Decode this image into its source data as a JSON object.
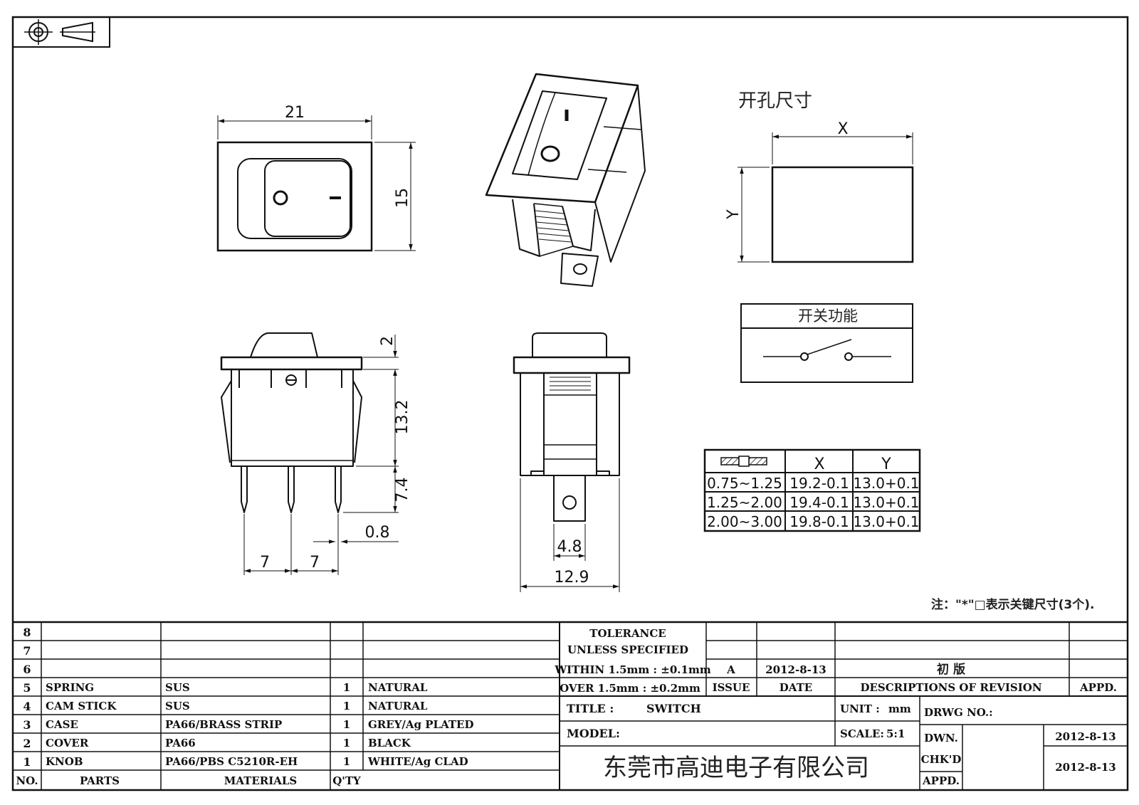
{
  "dimensions": {
    "top_width": "21",
    "top_height": "15",
    "knob_rise": "2",
    "body_height": "13.2",
    "pin_length": "7.4",
    "pin_width": "0.8",
    "pin_pitch_left": "7",
    "pin_pitch_right": "7",
    "terminal_width": "4.8",
    "body_depth": "12.9"
  },
  "switch_marks": {
    "on": "I",
    "off": "O"
  },
  "cutout": {
    "title": "开孔尺寸",
    "x_label": "X",
    "y_label": "Y"
  },
  "function_box": {
    "title": "开关功能"
  },
  "thickness_table": {
    "headers": [
      "X",
      "Y"
    ],
    "rows": [
      [
        "0.75~1.25",
        "19.2-0.1",
        "13.0+0.1"
      ],
      [
        "1.25~2.00",
        "19.4-0.1",
        "13.0+0.1"
      ],
      [
        "2.00~3.00",
        "19.8-0.1",
        "13.0+0.1"
      ]
    ]
  },
  "note": "注：\"*\"□表示关键尺寸(3个).",
  "parts_list": {
    "header": {
      "no": "NO.",
      "parts": "PARTS",
      "materials": "MATERIALS",
      "qty": "Q'TY"
    },
    "rows": [
      {
        "no": "8",
        "part": "",
        "material": "",
        "qty": "",
        "finish": ""
      },
      {
        "no": "7",
        "part": "",
        "material": "",
        "qty": "",
        "finish": ""
      },
      {
        "no": "6",
        "part": "",
        "material": "",
        "qty": "",
        "finish": ""
      },
      {
        "no": "5",
        "part": "SPRING",
        "material": "SUS",
        "qty": "1",
        "finish": "NATURAL"
      },
      {
        "no": "4",
        "part": "CAM STICK",
        "material": "SUS",
        "qty": "1",
        "finish": "NATURAL"
      },
      {
        "no": "3",
        "part": "CASE",
        "material": "PA66/BRASS STRIP",
        "qty": "1",
        "finish": "GREY/Ag PLATED"
      },
      {
        "no": "2",
        "part": "COVER",
        "material": "PA66",
        "qty": "1",
        "finish": "BLACK"
      },
      {
        "no": "1",
        "part": "KNOB",
        "material": "PA66/PBS C5210R-EH",
        "qty": "1",
        "finish": "WHITE/Ag CLAD"
      }
    ]
  },
  "tolerance": {
    "line1": "TOLERANCE",
    "line2": "UNLESS  SPECIFIED",
    "line3": "WITHIN 1.5mm : ±0.1mm",
    "line4": "OVER 1.5mm : ±0.2mm"
  },
  "revision": {
    "issue": "A",
    "date": "2012-8-13",
    "description": "初  版",
    "issue_label": "ISSUE",
    "date_label": "DATE",
    "desc_label": "DESCRIPTIONS OF REVISION",
    "appd_label": "APPD."
  },
  "title_block": {
    "title_label": "TITLE :",
    "title_value": "SWITCH",
    "unit_label": "UNIT :",
    "unit_value": "mm",
    "drwg_label": "DRWG NO.:",
    "model_label": "MODEL:",
    "scale_label": "SCALE:",
    "scale_value": "5:1",
    "company": "东莞市高迪电子有限公司",
    "dwn_label": "DWN.",
    "dwn_date": "2012-8-13",
    "chkd_label": "CHK'D",
    "chkd_date": "2012-8-13",
    "appd_label": "APPD."
  }
}
